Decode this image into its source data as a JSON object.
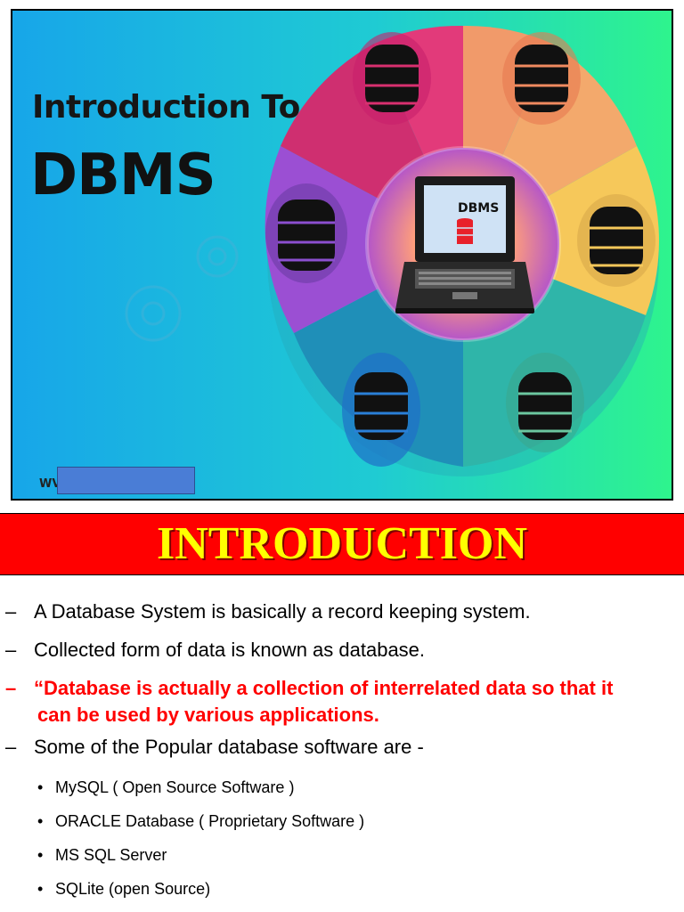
{
  "banner": {
    "title_line1": "Introduction To",
    "title_line2": "DBMS",
    "screen_label": "DBMS",
    "url_prefix": "WV"
  },
  "heading": "INTRODUCTION",
  "points": [
    {
      "dash": "–",
      "text": "A Database System is basically a record keeping system."
    },
    {
      "dash": "–",
      "text": "Collected form of data is known as database."
    },
    {
      "dash": "–",
      "line1": "“Database is actually a collection of interrelated data so that it",
      "line2": "can be used by various applications.",
      "color": "#ff0000"
    },
    {
      "dash": "–",
      "text": "Some of the Popular database software are -"
    }
  ],
  "sub_points": [
    {
      "bullet": "•",
      "text": "MySQL ( Open Source Software )"
    },
    {
      "bullet": "•",
      "text": "ORACLE Database ( Proprietary Software )"
    },
    {
      "bullet": "•",
      "text": "MS SQL Server"
    },
    {
      "bullet": "•",
      "text": "SQLite (open Source)"
    }
  ],
  "colors": {
    "heading_bg": "#ff0000",
    "heading_text": "#ffff00",
    "banner_gradient_start": "#1aa7e8",
    "banner_gradient_end": "#2df58e"
  },
  "icons": [
    "database-icon",
    "laptop-icon",
    "gear-icon"
  ]
}
